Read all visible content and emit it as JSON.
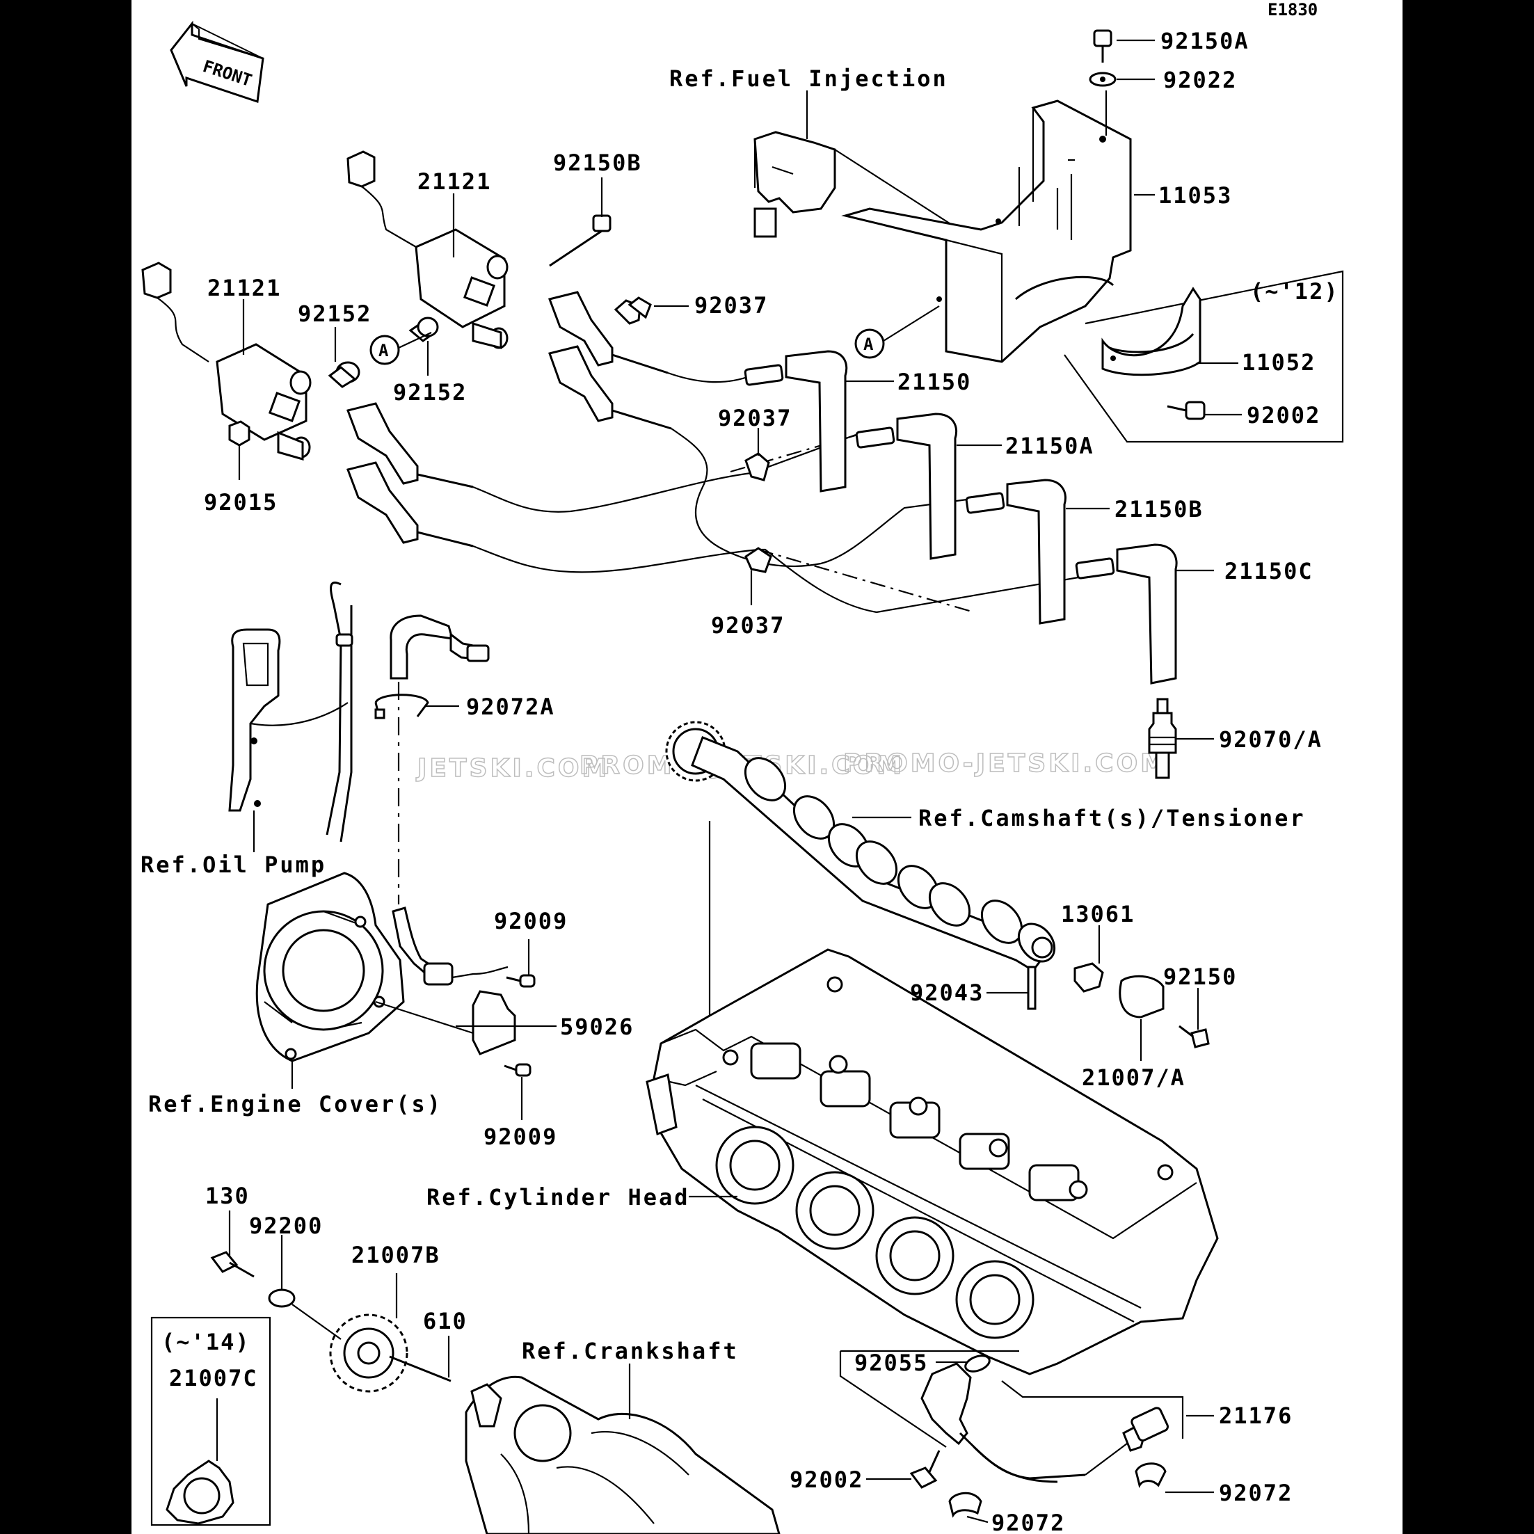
{
  "diagram_code": "E1830",
  "front_label": "FRONT",
  "watermarks": [
    "JETSKI.COM",
    "PROMO-JETSKI.COM",
    "PROMO-JETSKI.COM"
  ],
  "references": {
    "fuel_injection": "Ref.Fuel Injection",
    "oil_pump": "Ref.Oil Pump",
    "camshaft": "Ref.Camshaft(s)/Tensioner",
    "engine_cover": "Ref.Engine Cover(s)",
    "cylinder_head": "Ref.Cylinder Head",
    "crankshaft": "Ref.Crankshaft"
  },
  "notes": {
    "year_12": "(~'12)",
    "year_14": "(~'14)",
    "marker_a": "A"
  },
  "parts": {
    "p92150A": "92150A",
    "p92022": "92022",
    "p11053": "11053",
    "p92150B": "92150B",
    "p21121_top": "21121",
    "p21121_left": "21121",
    "p92037_top": "92037",
    "p92152_left": "92152",
    "p92152_mid": "92152",
    "p11052": "11052",
    "p92002_top": "92002",
    "p21150": "21150",
    "p92037_mid": "92037",
    "p21150A": "21150A",
    "p92015": "92015",
    "p21150B": "21150B",
    "p21150C": "21150C",
    "p92037_low": "92037",
    "p92072A": "92072A",
    "p92070A": "92070/A",
    "p13061": "13061",
    "p92009_top": "92009",
    "p92043": "92043",
    "p92150": "92150",
    "p59026": "59026",
    "p21007A": "21007/A",
    "p92009_low": "92009",
    "p130": "130",
    "p92200": "92200",
    "p21007B": "21007B",
    "p610": "610",
    "p21007C": "21007C",
    "p92055": "92055",
    "p21176": "21176",
    "p92002_low": "92002",
    "p92072_right": "92072",
    "p92072_bottom": "92072"
  }
}
